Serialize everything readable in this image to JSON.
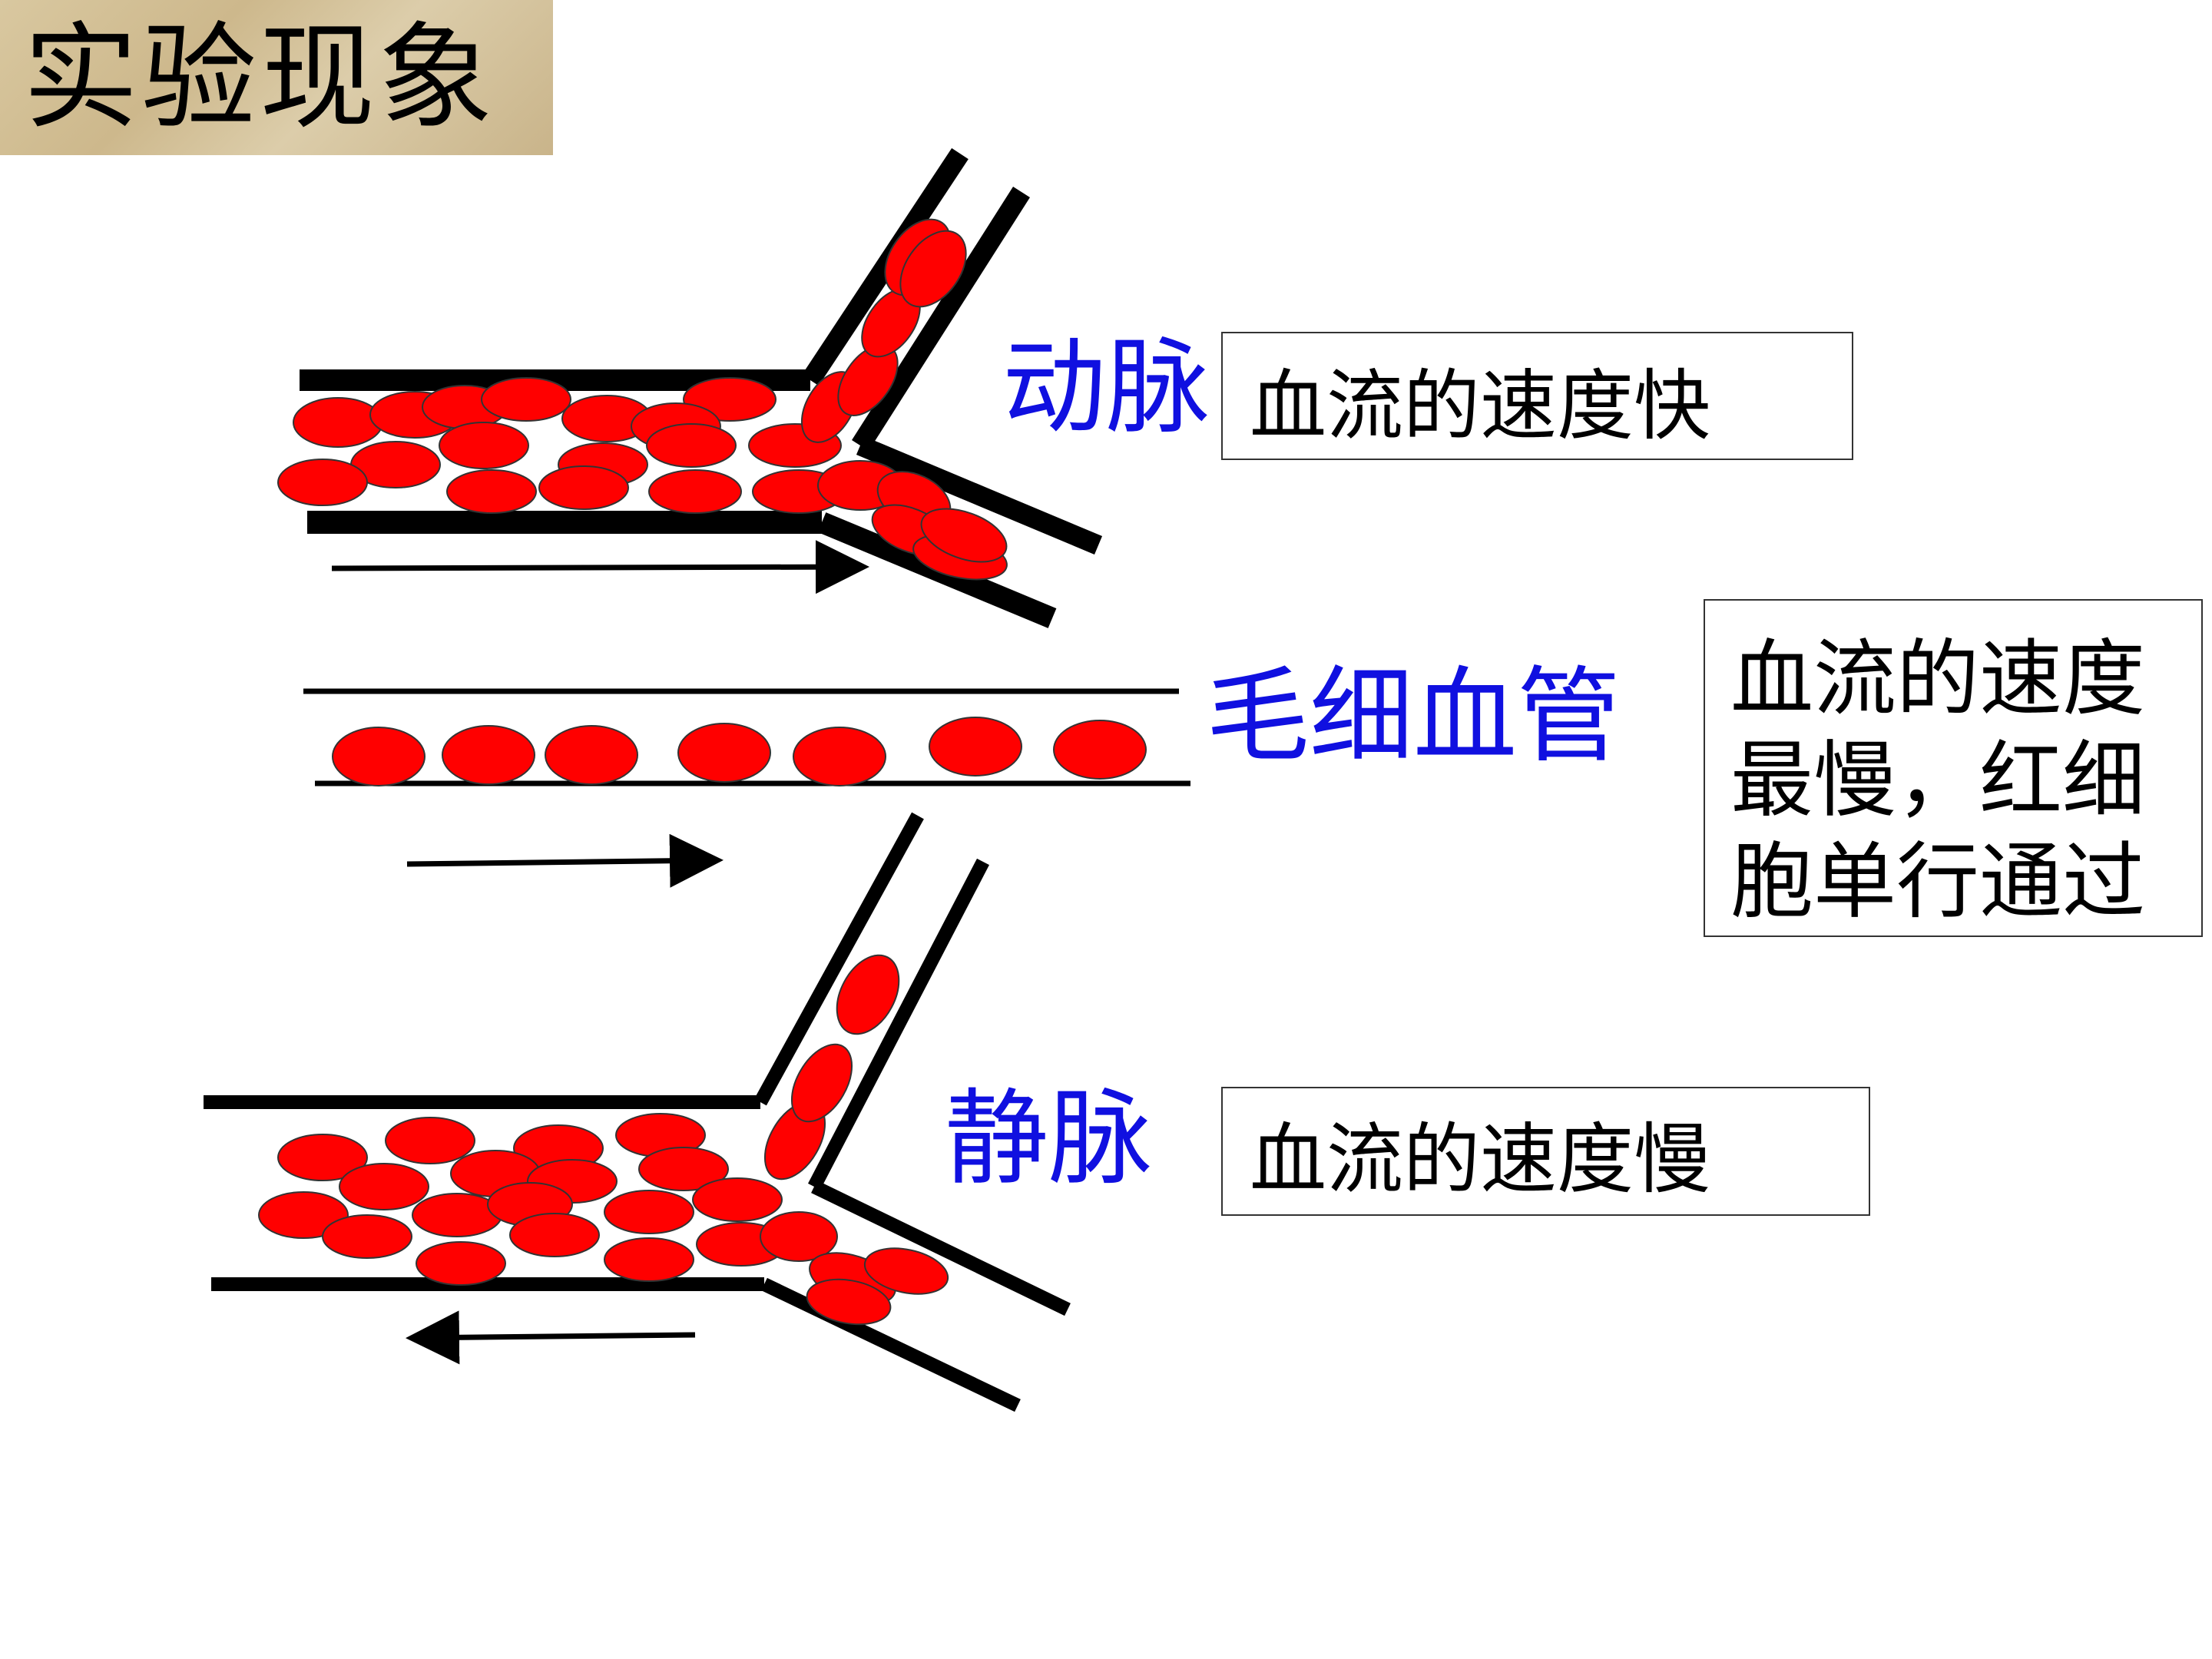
{
  "title": "实验现象",
  "artery": {
    "label": "动脉",
    "description": "血流的速度快"
  },
  "capillary": {
    "label": "毛细血管",
    "description_lines": [
      "血流的速度",
      "最慢，红细",
      "胞单行通过"
    ]
  },
  "vein": {
    "label": "静脉",
    "description": "血流的速度慢"
  },
  "colors": {
    "label_blue": "#1010e0",
    "cell_red": "#ff0000",
    "vessel_wall": "#000000"
  }
}
